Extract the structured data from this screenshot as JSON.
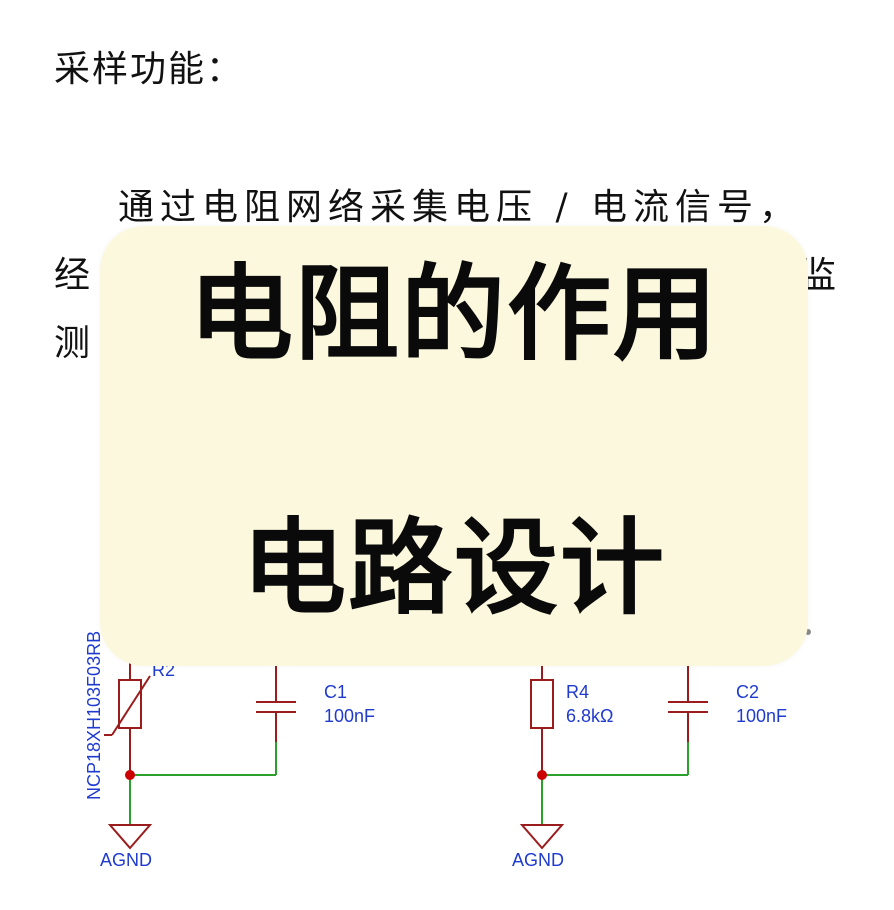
{
  "document": {
    "heading": "采样功能：",
    "paragraph": {
      "line1": "通过电阻网络采集电压 / 电流信号，",
      "line2_start": "经",
      "line2_end": "监",
      "line3_start": "测"
    }
  },
  "overlay": {
    "title_line1": "电阻的作用",
    "title_line2": "电路设计"
  },
  "schematic": {
    "left_part_number": "NCP18XH103F03RB",
    "r2_label": "R2",
    "c1_label": "C1",
    "c1_value": "100nF",
    "r4_label": "R4",
    "r4_value": "6.8kΩ",
    "c2_label": "C2",
    "c2_value": "100nF",
    "agnd_left": "AGND",
    "agnd_right": "AGND",
    "colors": {
      "wire_green": "#2ca02c",
      "component_red": "#9b1c1c",
      "label_blue": "#1f3bcf",
      "node_red": "#cc0000"
    }
  }
}
